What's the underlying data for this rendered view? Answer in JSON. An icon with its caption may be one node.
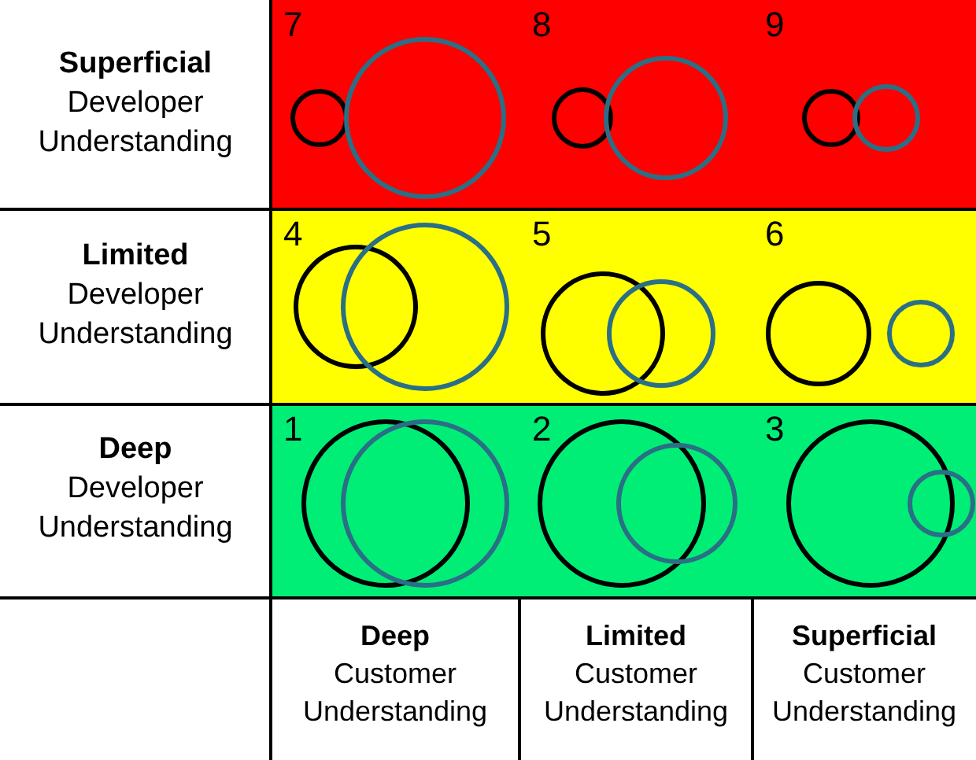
{
  "diagram": {
    "nodes": [
      {
        "text": [
          "7"
        ]
      },
      {
        "text": [
          "8"
        ]
      },
      {
        "text": [
          "9"
        ]
      },
      {
        "text": [
          "4"
        ]
      },
      {
        "text": [
          "5"
        ]
      },
      {
        "text": [
          "6"
        ]
      },
      {
        "text": [
          "1"
        ]
      },
      {
        "text": [
          "2"
        ]
      },
      {
        "text": [
          "3"
        ]
      }
    ],
    "edges": [],
    "labels": [
      "**Superficial** Developer Understanding",
      "**Limited** Developer Understanding",
      "**Deep** Developer Understanding",
      "**Deep** Customer Understanding",
      "**Limited** Customer Understanding",
      "**Superficial** Customer Understanding"
    ]
  }
}
